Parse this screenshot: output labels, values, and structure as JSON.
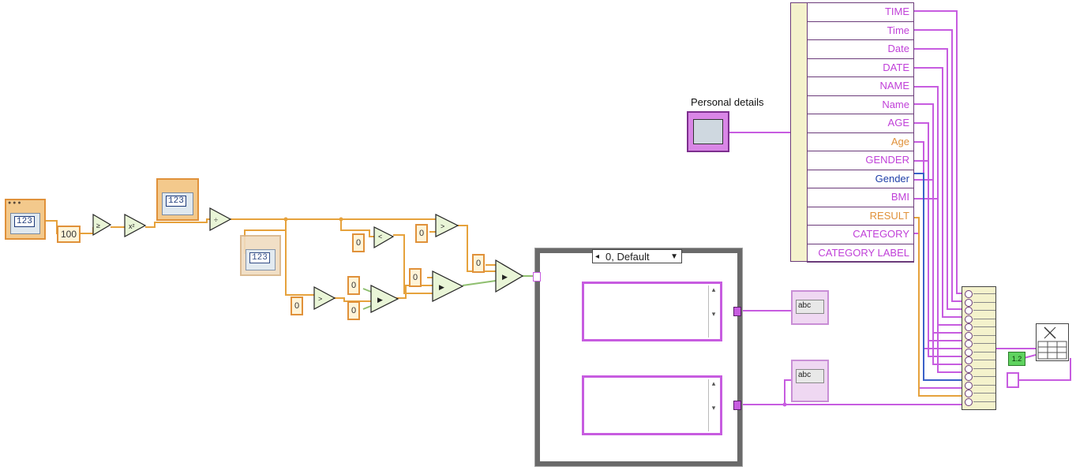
{
  "personal_details": {
    "label": "Personal details"
  },
  "cluster_elements": [
    "TIME",
    "Time",
    "Date",
    "DATE",
    "NAME",
    "Name",
    "AGE",
    "Age",
    "GENDER",
    "Gender",
    "BMI",
    "RESULT",
    "CATEGORY",
    "CATEGORY LABEL"
  ],
  "cluster_colors": [
    "#c040d8",
    "#c040d8",
    "#c040d8",
    "#c040d8",
    "#c040d8",
    "#c040d8",
    "#c040d8",
    "#e0913a",
    "#c040d8",
    "#1f3fa8",
    "#c040d8",
    "#e0913a",
    "#c040d8",
    "#c040d8"
  ],
  "case_selector": "0, Default",
  "constants": {
    "c100": "100",
    "zero": "0"
  },
  "numeric_glyph": "123",
  "string_glyph": "abc",
  "green_const": "1.2"
}
